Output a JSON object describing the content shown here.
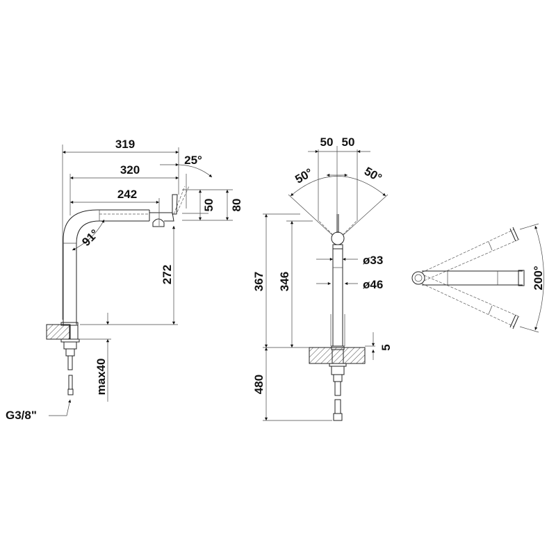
{
  "side_view": {
    "dim_total_reach": "319",
    "dim_spout_reach": "320",
    "dim_inner_reach": "242",
    "dim_handle_angle": "25°",
    "dim_head_height_50": "50",
    "dim_head_height_80": "80",
    "dim_bend_angle": "91°",
    "dim_spout_height": "272",
    "dim_max_thickness": "max40",
    "connection_label": "G3/8\""
  },
  "front_view": {
    "dim_left_offset": "50",
    "dim_right_offset": "50",
    "dim_left_angle": "50°",
    "dim_right_angle": "50°",
    "dim_total_height": "367",
    "dim_body_height": "346",
    "dim_diameter_upper": "ø33",
    "dim_diameter_base": "ø46",
    "dim_base_ring": "5",
    "dim_hose_length": "480"
  },
  "top_view": {
    "dim_swivel_angle": "200°"
  }
}
